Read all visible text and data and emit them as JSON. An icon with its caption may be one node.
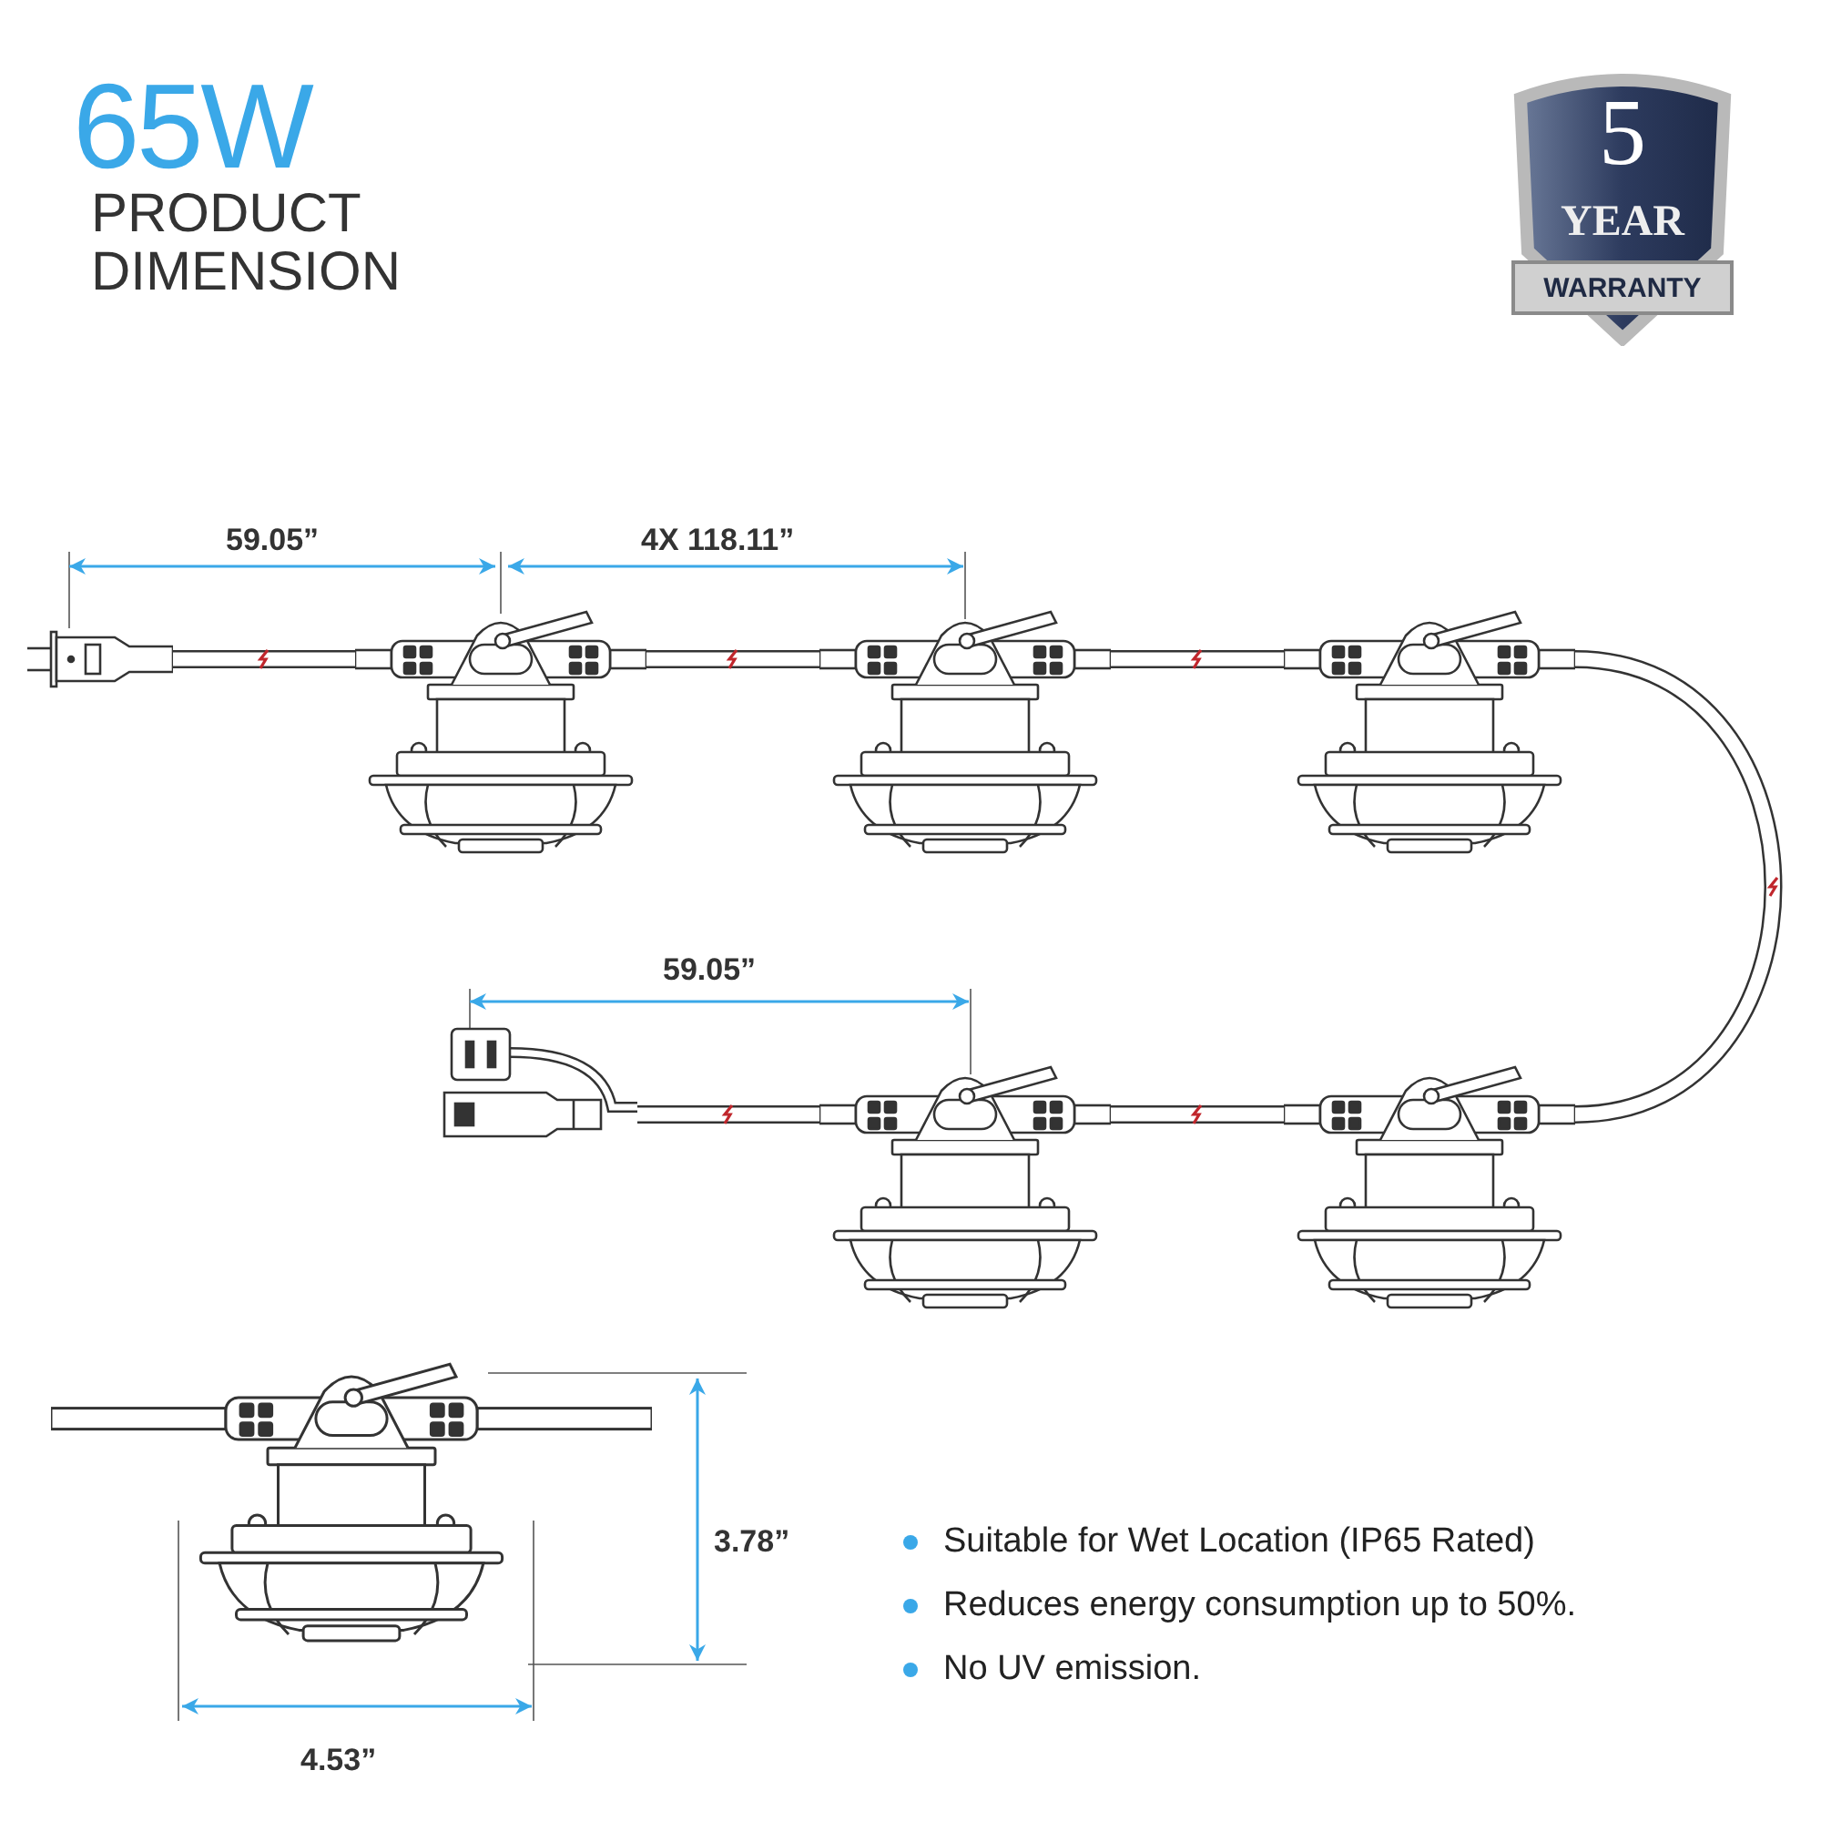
{
  "diagram": {
    "title": "65W PRODUCT DIMENSION",
    "nodes": [
      {
        "text": [
          "5",
          "YEAR",
          "WARRANTY"
        ]
      },
      {
        "text": [],
        "shape": "picture"
      },
      {
        "text": [],
        "shape": "picture"
      },
      {
        "text": [],
        "shape": "picture"
      },
      {
        "text": [],
        "shape": "picture"
      },
      {
        "text": [],
        "shape": "picture"
      },
      {
        "text": [],
        "shape": "picture"
      },
      {
        "text": [],
        "shape": "picture"
      },
      {
        "text": [],
        "shape": "picture"
      }
    ],
    "edges": [
      {
        "from": 1,
        "to": 2,
        "arrow": "none"
      },
      {
        "from": 2,
        "to": 3,
        "arrow": "none"
      },
      {
        "from": 3,
        "to": 4,
        "arrow": "none"
      },
      {
        "from": 4,
        "to": 7,
        "arrow": "none"
      },
      {
        "from": 7,
        "to": 6,
        "arrow": "none"
      },
      {
        "from": 6,
        "to": 5,
        "arrow": "none"
      }
    ],
    "labels": [
      "59.05”",
      "4X 118.11”",
      "59.05”",
      "3.78”",
      "4.53”",
      "Suitable for Wet Location (IP65 Rated)",
      "Reduces energy consumption up to 50%.",
      "No UV emission."
    ]
  }
}
